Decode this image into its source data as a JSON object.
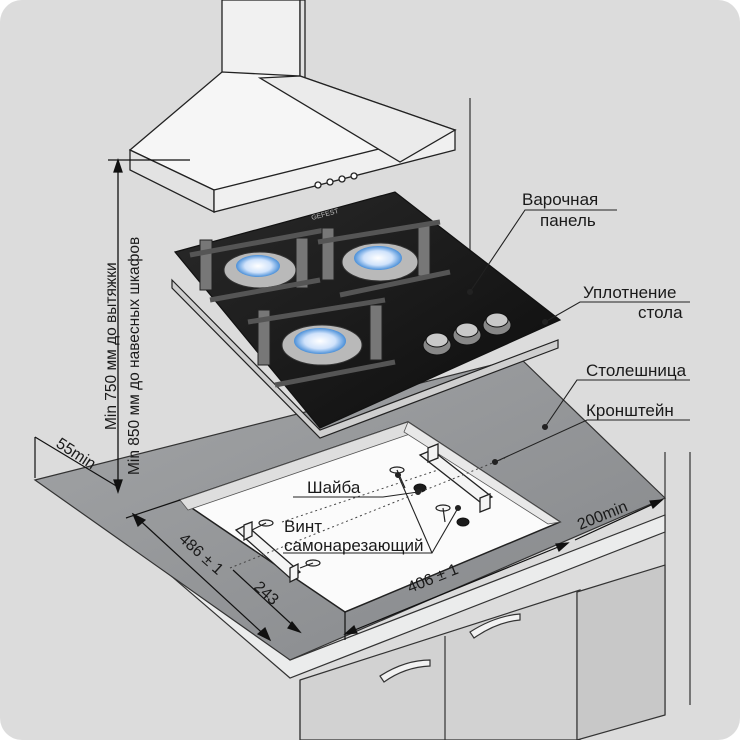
{
  "colors": {
    "background": "#dcdcdc",
    "countertop_top": "#8e9092",
    "countertop_front": "#e8e9ea",
    "glass": "#1b1b1b",
    "hood": "#f3f3f3",
    "cutout": "#fafafa",
    "flame_blue": "#4a8fd8"
  },
  "labels": {
    "hob": "Варочная панель",
    "hob_line1": "Варочная",
    "hob_line2": "панель",
    "seal": "Уплотнение стола",
    "seal_line1": "Уплотнение",
    "seal_line2": "стола",
    "countertop": "Столешница",
    "bracket": "Кронштейн",
    "washer": "Шайба",
    "screw": "Винт самонарезающий",
    "screw_line1": "Винт",
    "screw_line2": "самонарезающий",
    "brand": "GEFEST"
  },
  "clearances": {
    "hood": "Min 750 мм до вытяжки",
    "cabinets": "Min 850 мм до навесных шкафов"
  },
  "dimensions": {
    "back_edge": "55min",
    "depth": "486 ± 1",
    "width": "406 ± 1",
    "half": "243",
    "rear": "200min"
  }
}
